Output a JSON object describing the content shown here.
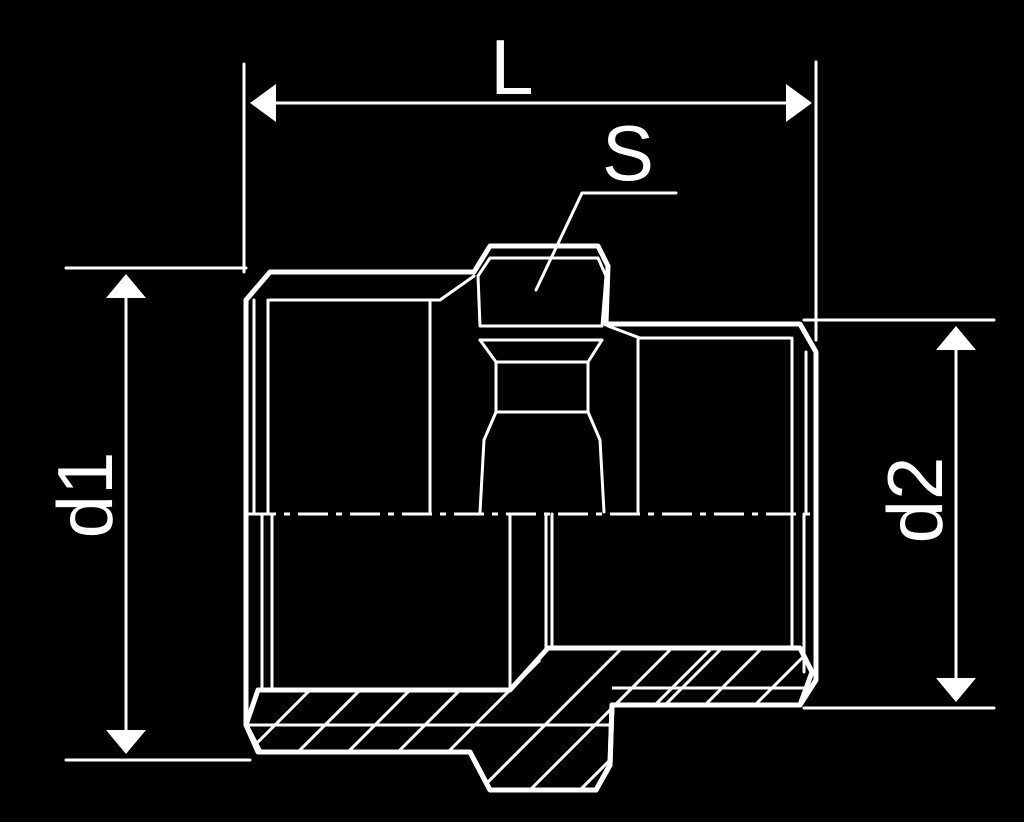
{
  "diagram": {
    "colors": {
      "background": "#000000",
      "stroke": "#ffffff"
    },
    "dimensions": {
      "length_label": "L",
      "wrench_label": "S",
      "diameter1_label": "d1",
      "diameter2_label": "d2"
    }
  }
}
